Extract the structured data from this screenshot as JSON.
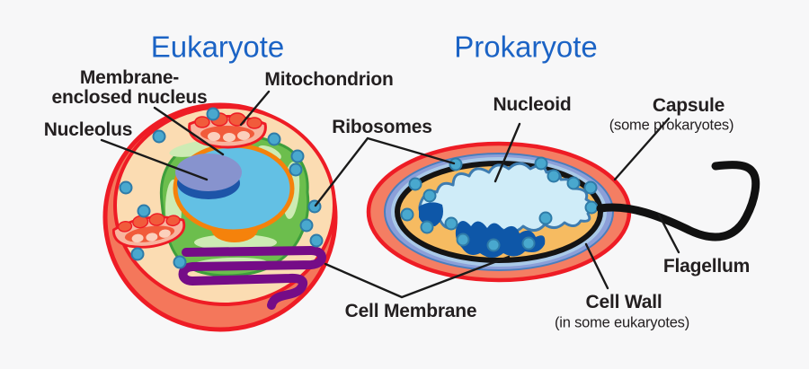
{
  "titles": {
    "eukaryote": "Eukaryote",
    "prokaryote": "Prokaryote"
  },
  "labels": {
    "membrane_nucleus_line1": "Membrane-",
    "membrane_nucleus_line2": "enclosed nucleus",
    "nucleolus": "Nucleolus",
    "mitochondrion": "Mitochondrion",
    "ribosomes": "Ribosomes",
    "nucleoid": "Nucleoid",
    "capsule": "Capsule",
    "capsule_note": "(some prokaryotes)",
    "flagellum": "Flagellum",
    "cell_membrane": "Cell Membrane",
    "cell_wall": "Cell Wall",
    "cell_wall_note": "(in some eukaryotes)"
  },
  "colors": {
    "title_blue": "#1b63c5",
    "label_black": "#231f20",
    "outline_red": "#ee1c25",
    "cytoplasm_peach": "#fbdcb2",
    "crescent_salmon": "#f4775b",
    "capsule_salmon": "#f47e63",
    "cell_wall_periwinkle": "#8c9fd8",
    "membrane_black": "#141414",
    "prokaryote_cytoplasm_tan": "#f6bb61",
    "nucleoid_light_blue": "#cfecf8",
    "nucleoid_dark_blue": "#0e57a8",
    "ribosome_blue": "#49a8ce",
    "nucleus_blue": "#63c0e4",
    "nuclear_ring_orange": "#f5820b",
    "nucleolus_light": "#8793ce",
    "nucleolus_dark": "#1d55a8",
    "er_green": "#6cbe4d",
    "er_light_green": "#cdebb4",
    "mitochondrion_pink": "#f8b49e",
    "mitochondrion_red": "#f15b3b",
    "golgi_purple": "#750c87"
  }
}
